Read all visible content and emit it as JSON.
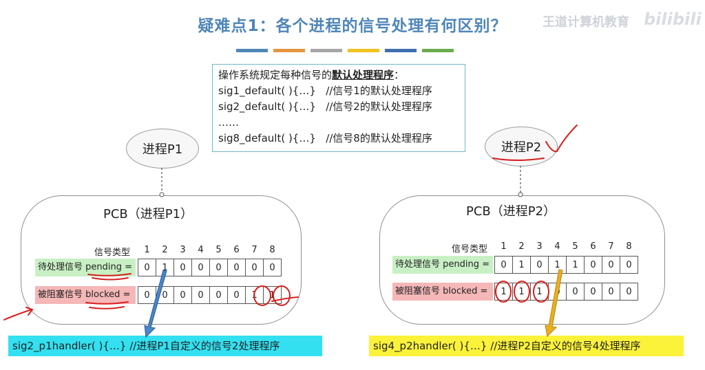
{
  "title": "疑难点1：各个进程的信号处理有何区别？",
  "watermark": "王道计算机教育",
  "watermark_logo": "bilibili",
  "color_bars": [
    "#4f86b8",
    "#e59640",
    "#a6a6a6",
    "#f2c21f",
    "#3e6fb1",
    "#6aab4d"
  ],
  "defaults_box": {
    "heading_prefix": "操作系统规定每种信号的",
    "heading_bold": "默认处理程序",
    "heading_suffix": "：",
    "lines": [
      "sig1_default( ){…}   //信号1的默认处理程序",
      "sig2_default( ){…}   //信号2的默认处理程序",
      "……",
      "sig8_default( ){…}   //信号8的默认处理程序"
    ]
  },
  "processes": [
    {
      "ellipse_label": "进程P1",
      "pcb_title": "PCB（进程P1）",
      "header_label": "信号类型",
      "indices": [
        "1",
        "2",
        "3",
        "4",
        "5",
        "6",
        "7",
        "8"
      ],
      "pending_label": "待处理信号 pending =",
      "pending": [
        "0",
        "1",
        "0",
        "0",
        "0",
        "0",
        "0",
        "0"
      ],
      "blocked_label": "被阻塞信号 blocked =",
      "blocked": [
        "0",
        "0",
        "0",
        "0",
        "0",
        "0",
        "1",
        "1"
      ]
    },
    {
      "ellipse_label": "进程P2",
      "pcb_title": "PCB（进程P2）",
      "header_label": "信号类型",
      "indices": [
        "1",
        "2",
        "3",
        "4",
        "5",
        "6",
        "7",
        "8"
      ],
      "pending_label": "待处理信号 pending =",
      "pending": [
        "0",
        "1",
        "0",
        "1",
        "1",
        "0",
        "0",
        "0"
      ],
      "blocked_label": "被阻塞信号 blocked =",
      "blocked": [
        "1",
        "1",
        "1",
        "0",
        "0",
        "0",
        "0",
        "0"
      ]
    }
  ],
  "handlers": [
    "sig2_p1handler( ){…}  //进程P1自定义的信号2处理程序",
    "sig4_p2handler( ){…}  //进程P2自定义的信号4处理程序"
  ],
  "colors": {
    "title": "#4f86b8",
    "pending_bg": "#c8f0c4",
    "blocked_bg": "#f5b7b7",
    "handler1_bg": "#33e0f0",
    "handler2_bg": "#fbf23a",
    "ink": "#d81e1e",
    "arrow1": "#4a86c8",
    "arrow2": "#e8b020"
  }
}
